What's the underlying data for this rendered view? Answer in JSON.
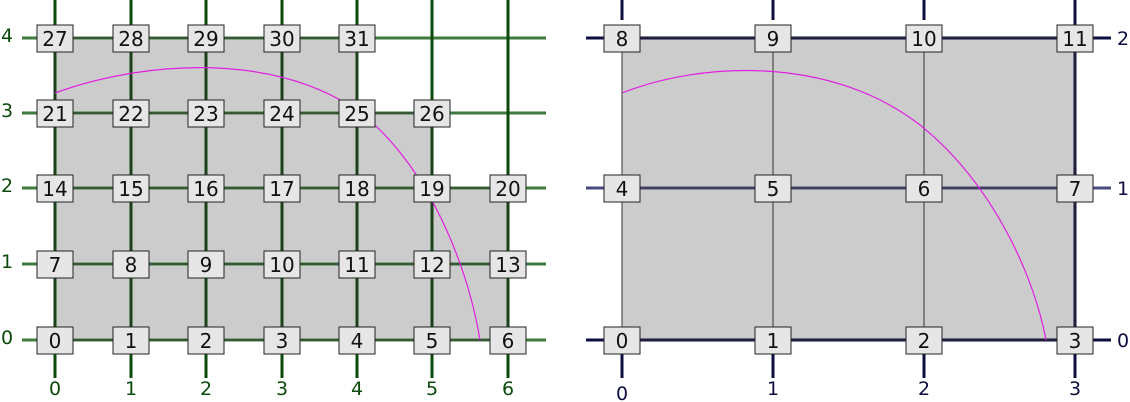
{
  "colors": {
    "left_axis": "#0a4a0a",
    "left_axis_light": "#3f7a3f",
    "right_axis": "#0d0d40",
    "right_axis_light": "#4a4a80",
    "region_fill": "#cccccc",
    "curve": "#e020e0",
    "node_fill": "#e6e6e6"
  },
  "left_grid": {
    "x_labels": [
      "0",
      "1",
      "2",
      "3",
      "4",
      "5",
      "6"
    ],
    "y_labels": [
      "0",
      "1",
      "2",
      "3",
      "4"
    ],
    "rows": [
      [
        "0",
        "1",
        "2",
        "3",
        "4",
        "5",
        "6"
      ],
      [
        "7",
        "8",
        "9",
        "10",
        "11",
        "12",
        "13"
      ],
      [
        "14",
        "15",
        "16",
        "17",
        "18",
        "19",
        "20"
      ],
      [
        "21",
        "22",
        "23",
        "24",
        "25",
        "26"
      ],
      [
        "27",
        "28",
        "29",
        "30",
        "31"
      ]
    ]
  },
  "right_grid": {
    "x_labels": [
      "0",
      "1",
      "2",
      "3"
    ],
    "y_labels": [
      "0",
      "1",
      "2"
    ],
    "rows": [
      [
        "0",
        "1",
        "2",
        "3"
      ],
      [
        "4",
        "5",
        "6",
        "7"
      ],
      [
        "8",
        "9",
        "10",
        "11"
      ]
    ]
  }
}
